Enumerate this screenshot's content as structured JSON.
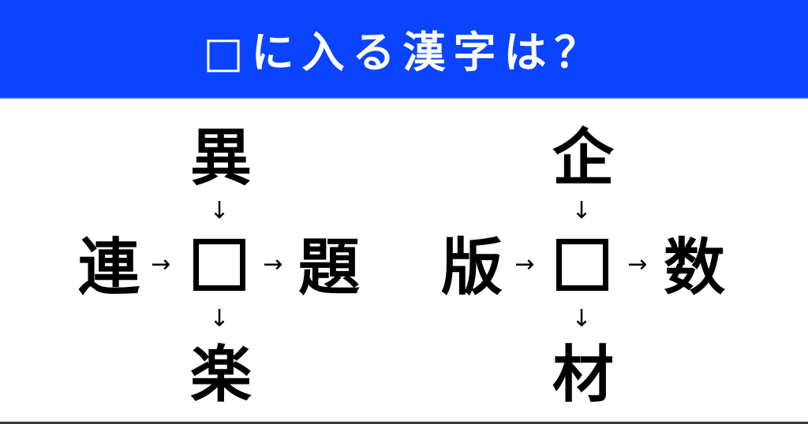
{
  "header": {
    "title": "□に入る漢字は？",
    "background_color": "#0a44ff",
    "text_color": "#ffffff"
  },
  "puzzles": [
    {
      "top": "異",
      "left": "連",
      "right": "題",
      "bottom": "楽",
      "blank": "",
      "arrows": {
        "down": "↓",
        "right": "→"
      }
    },
    {
      "top": "企",
      "left": "版",
      "right": "数",
      "bottom": "材",
      "blank": "",
      "arrows": {
        "down": "↓",
        "right": "→"
      }
    }
  ]
}
